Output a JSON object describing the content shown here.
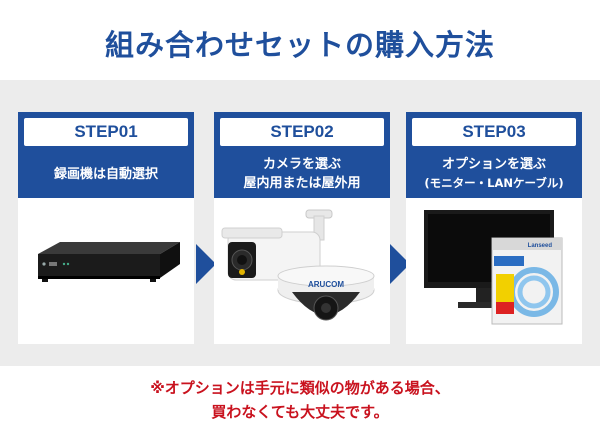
{
  "title": "組み合わせセットの購入方法",
  "steps": [
    {
      "label": "STEP01",
      "line1": "録画機は自動選択",
      "line2": "",
      "product": "nvr-recorder"
    },
    {
      "label": "STEP02",
      "line1": "カメラを選ぶ",
      "line2": "屋内用または屋外用",
      "product": "cameras",
      "camera_brand": "ARUCOM"
    },
    {
      "label": "STEP03",
      "line1": "オプションを選ぶ",
      "line2": "(モニター・LANケーブル)",
      "product": "monitor-and-lan-cable",
      "cable_brand": "Lanseed"
    }
  ],
  "note": {
    "line1": "※オプションは手元に類似の物がある場合、",
    "line2": "買わなくても大丈夫です。"
  },
  "colors": {
    "brand_blue": "#1f4f9c",
    "note_red": "#c9121e",
    "band_gray": "#ececec"
  },
  "icons": [
    "chevron-right-icon"
  ]
}
